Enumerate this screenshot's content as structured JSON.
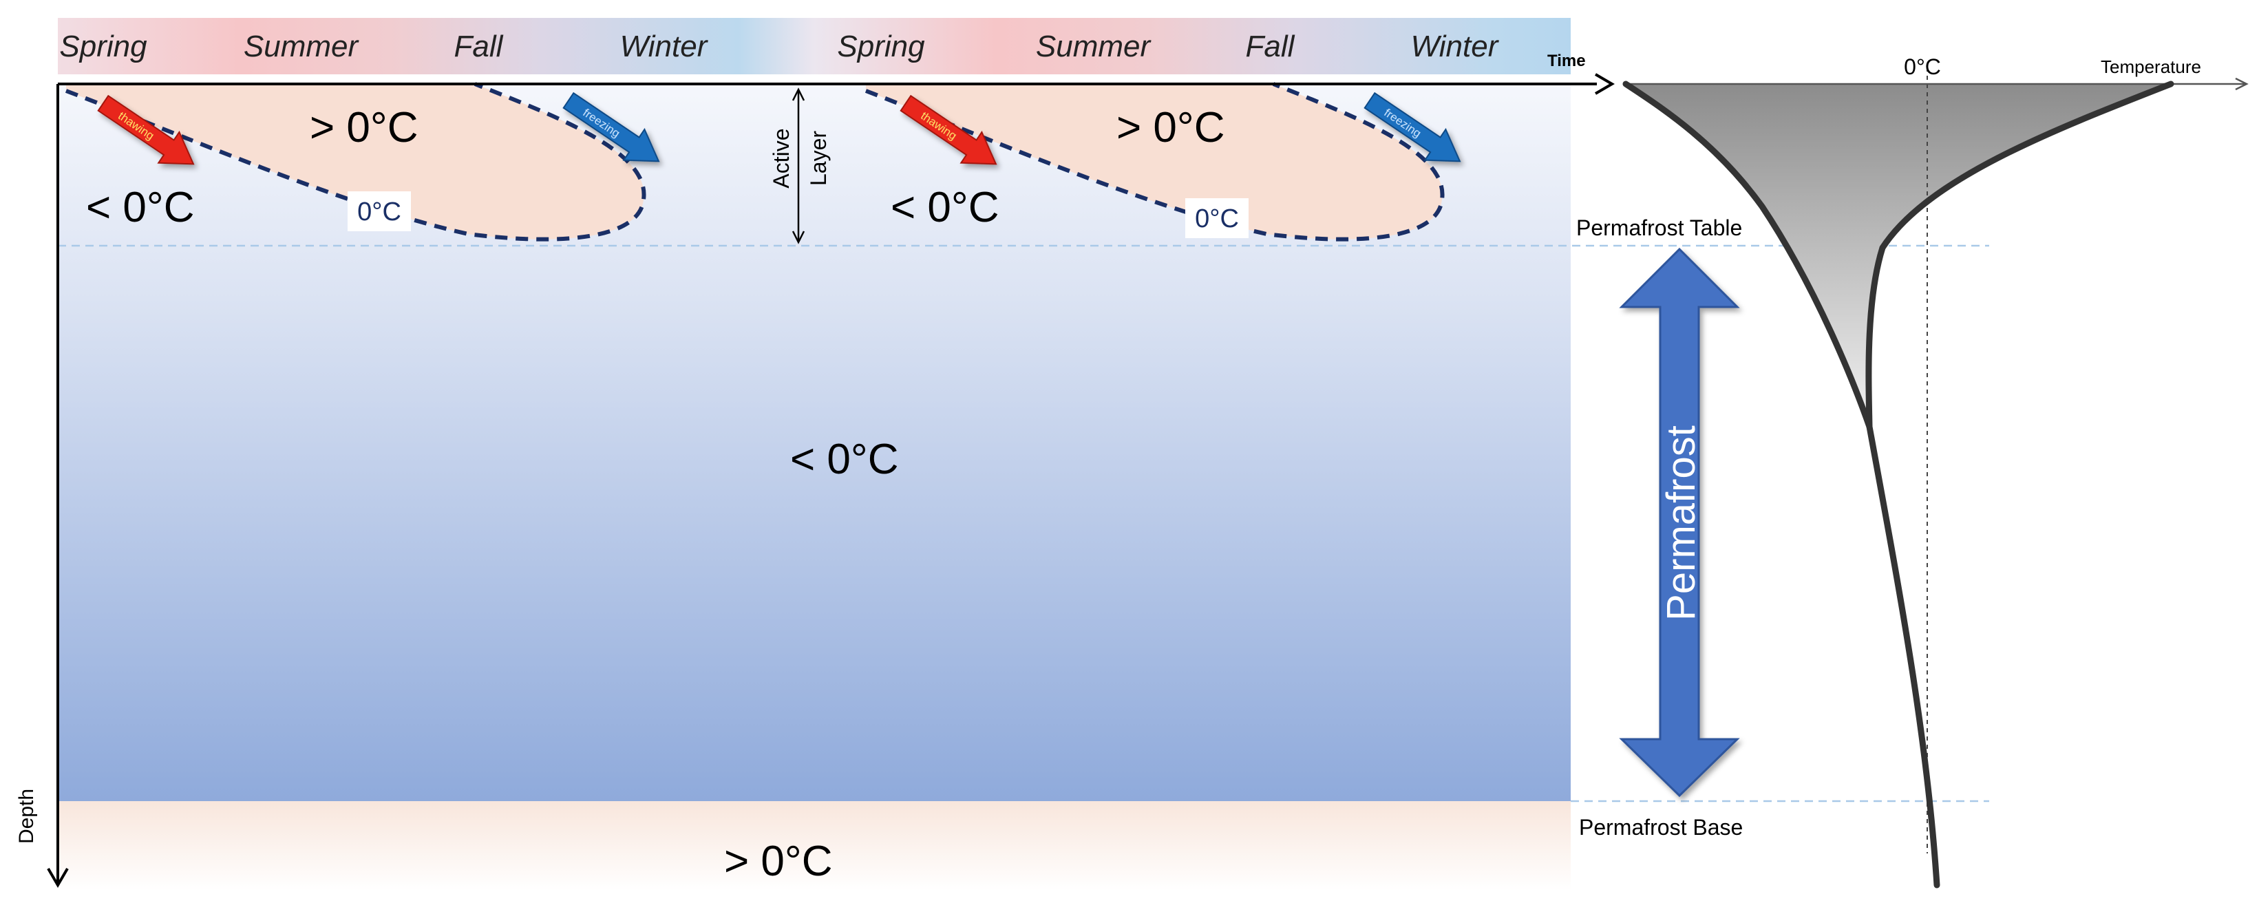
{
  "seasons": [
    "Spring",
    "Summer",
    "Fall",
    "Winter",
    "Spring",
    "Summer",
    "Fall",
    "Winter"
  ],
  "axes": {
    "time_label": "Time",
    "depth_label": "Depth",
    "temperature_label": "Temperature",
    "zero_label": "0°C"
  },
  "zones": {
    "frozen_surface": "< 0°C",
    "thawed_surface": "> 0°C",
    "isotherm_label": "0°C",
    "frozen_permafrost": "< 0°C",
    "below_base": "> 0°C"
  },
  "arrows": {
    "thawing": "thawing",
    "freezing": "freezing"
  },
  "labels": {
    "active_layer_line1": "Active",
    "active_layer_line2": "Layer",
    "permafrost_table": "Permafrost Table",
    "permafrost_base": "Permafrost Base",
    "permafrost": "Permafrost"
  },
  "colors": {
    "warm": "#f6c6c8",
    "cold": "#b9d8ee",
    "permafrost_top": "#eef1f8",
    "permafrost_bottom": "#8faadb",
    "thaw_fill": "#f8dfd3",
    "isotherm": "#1a2f66",
    "thaw_arrow": "#e8281f",
    "freeze_arrow": "#1f6fbf",
    "permafrost_arrow": "#4472c4",
    "profile_line": "#333333"
  }
}
